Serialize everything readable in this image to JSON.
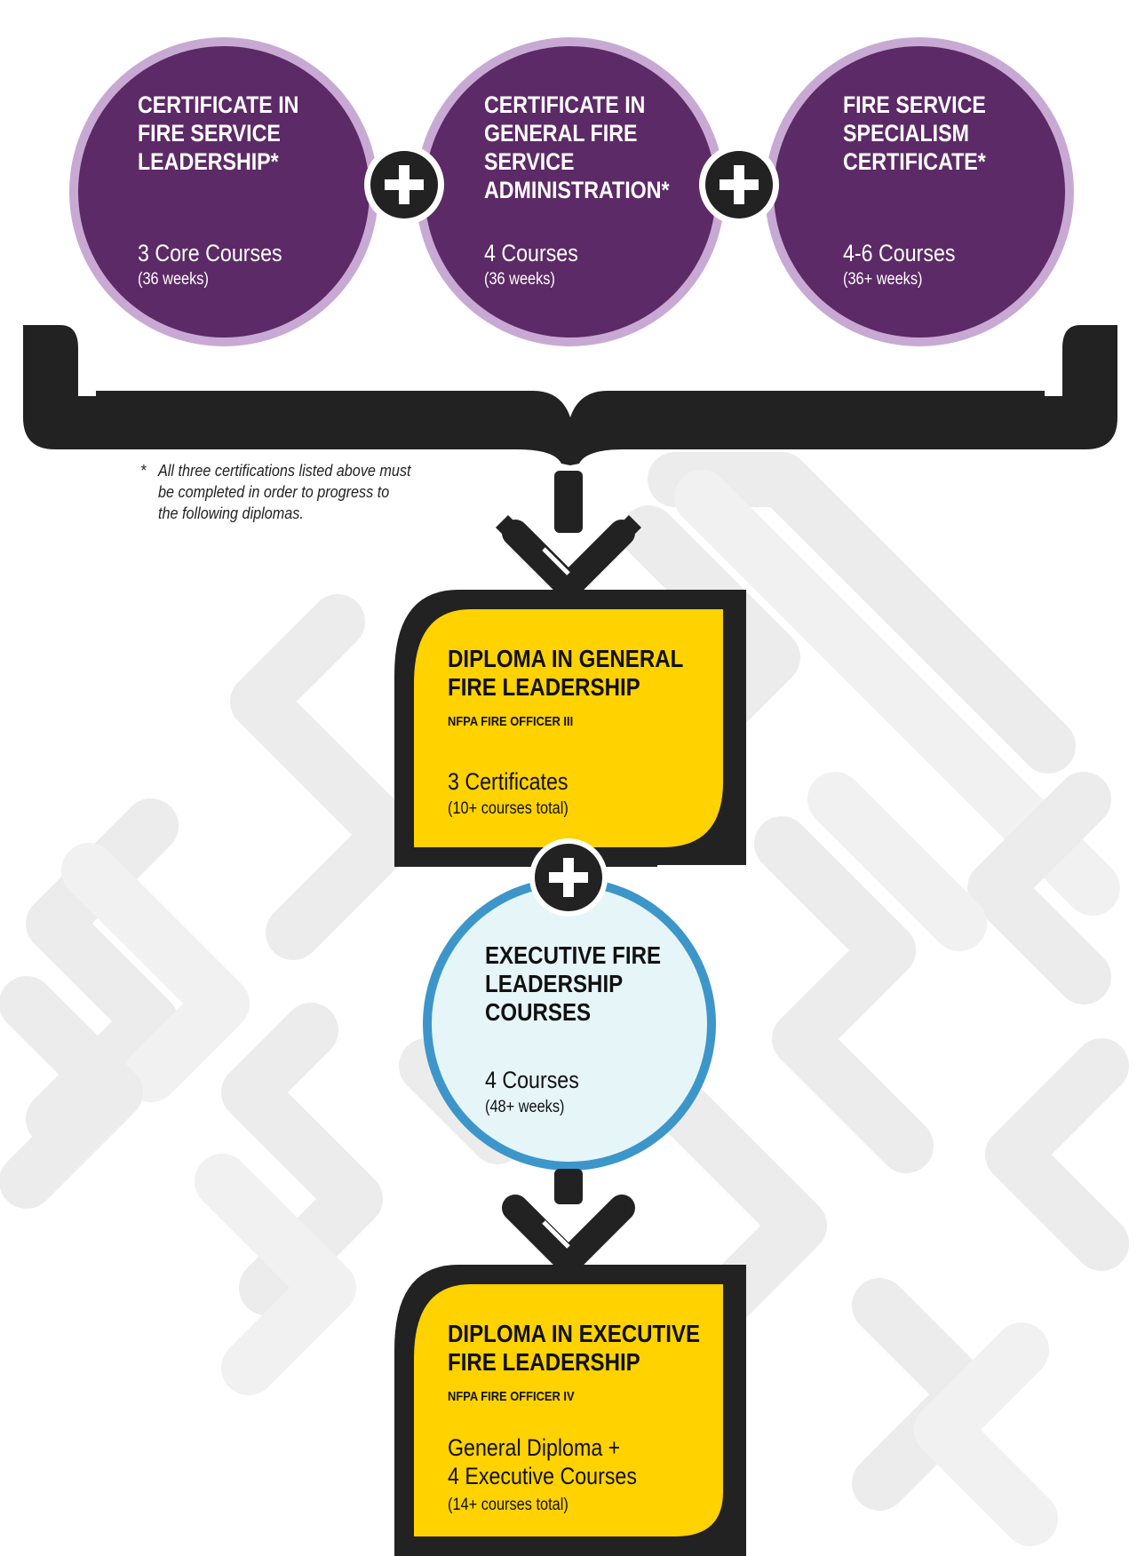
{
  "colors": {
    "purple": "#5c2a66",
    "purple_ring": "#c8a9d4",
    "dark": "#222222",
    "yellow": "#ffd200",
    "blue_ring": "#3d96c9",
    "blue_fill": "#e6f5f8",
    "pattern": "#ececec"
  },
  "icons": {
    "plus": "plus-icon",
    "arrow": "chevron-down-arrow-icon"
  },
  "certificates": [
    {
      "title_lines": [
        "CERTIFICATE IN",
        "FIRE SERVICE",
        "LEADERSHIP*"
      ],
      "count": "3 Core Courses",
      "duration": "(36 weeks)"
    },
    {
      "title_lines": [
        "CERTIFICATE IN",
        "GENERAL FIRE",
        "SERVICE",
        "ADMINISTRATION*"
      ],
      "count": "4 Courses",
      "duration": "(36 weeks)"
    },
    {
      "title_lines": [
        "FIRE SERVICE",
        "SPECIALISM",
        "CERTIFICATE*"
      ],
      "count": "4-6 Courses",
      "duration": "(36+ weeks)"
    }
  ],
  "footnote": {
    "marker": "*",
    "lines": [
      "All three certifications listed above must",
      "be completed in order to progress to",
      "the following diplomas."
    ]
  },
  "diploma_general": {
    "title_lines": [
      "DIPLOMA IN GENERAL",
      "FIRE LEADERSHIP"
    ],
    "subtitle": "NFPA FIRE OFFICER III",
    "count": "3 Certificates",
    "duration": "(10+ courses total)"
  },
  "executive_courses": {
    "title_lines": [
      "EXECUTIVE FIRE",
      "LEADERSHIP",
      "COURSES"
    ],
    "count": "4 Courses",
    "duration": "(48+ weeks)"
  },
  "diploma_executive": {
    "title_lines": [
      "DIPLOMA IN EXECUTIVE",
      "FIRE LEADERSHIP"
    ],
    "subtitle": "NFPA FIRE OFFICER IV",
    "count_lines": [
      "General Diploma +",
      "4 Executive Courses"
    ],
    "duration": "(14+ courses total)"
  }
}
